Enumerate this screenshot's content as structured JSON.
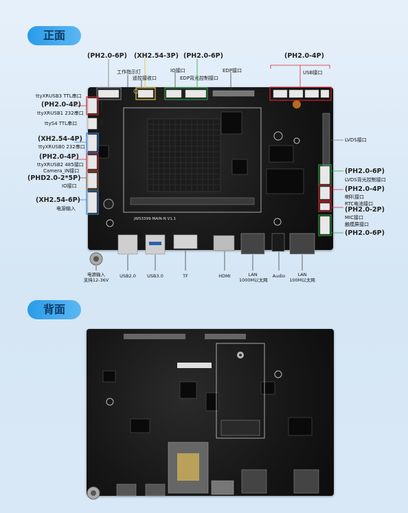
{
  "sections": {
    "front": "正面",
    "back": "背面"
  },
  "board_silkscreen": "JWS3399-MAIN-N V1.1",
  "top_callouts": [
    {
      "id": "t1",
      "text": "(PH2.0-6P)"
    },
    {
      "id": "t2",
      "text": "(XH2.54-3P)"
    },
    {
      "id": "t3",
      "text": "(PH2.0-6P)"
    },
    {
      "id": "t4",
      "text": "(PH2.0-4P)"
    }
  ],
  "top_labels": [
    {
      "id": "work",
      "text": "工作指示灯"
    },
    {
      "id": "remote",
      "text": "遥控接收口"
    },
    {
      "id": "io",
      "text": "IO接口"
    },
    {
      "id": "edpbl",
      "text": "EDP背光控制接口"
    },
    {
      "id": "edp",
      "text": "EDP接口"
    },
    {
      "id": "usb",
      "text": "USB接口"
    }
  ],
  "left_labels": [
    {
      "id": "l1",
      "text": "ttyXRUSB3 TTL串口",
      "big": false
    },
    {
      "id": "l2",
      "text": "(PH2.0-4P)",
      "big": true
    },
    {
      "id": "l3",
      "text": "ttyXRUSB1 232串口",
      "big": false
    },
    {
      "id": "l4",
      "text": "ttyS4 TTL串口",
      "big": false
    },
    {
      "id": "l5",
      "text": "(XH2.54-4P)",
      "big": true
    },
    {
      "id": "l6",
      "text": "ttyXRUSB0 232串口",
      "big": false
    },
    {
      "id": "l7",
      "text": "(PH2.0-4P)",
      "big": true
    },
    {
      "id": "l8",
      "text": "ttyXRUSB2 485接口",
      "big": false
    },
    {
      "id": "l9",
      "text": "Camera_IN接口",
      "big": false
    },
    {
      "id": "l10",
      "text": "(PHD2.0-2*5P)",
      "big": true
    },
    {
      "id": "l11",
      "text": "IO接口",
      "big": false
    },
    {
      "id": "l12",
      "text": "(XH2.54-6P)",
      "big": true
    },
    {
      "id": "l13",
      "text": "电源输入",
      "big": false
    }
  ],
  "right_labels": [
    {
      "id": "r1",
      "text": "LVDS接口",
      "big": false
    },
    {
      "id": "r2",
      "text": "(PH2.0-6P)",
      "big": true
    },
    {
      "id": "r3",
      "text": "LVDS背光控制接口",
      "big": false
    },
    {
      "id": "r4",
      "text": "(PH2.0-4P)",
      "big": true
    },
    {
      "id": "r5",
      "text": "喇叭接口",
      "big": false
    },
    {
      "id": "r6",
      "text": "RTC电池接口",
      "big": false
    },
    {
      "id": "r7",
      "text": "(PH2.0-2P)",
      "big": true
    },
    {
      "id": "r8",
      "text": "MIC接口",
      "big": false
    },
    {
      "id": "r9",
      "text": "触摸屏接口",
      "big": false
    },
    {
      "id": "r10",
      "text": "(PH2.0-6P)",
      "big": true
    }
  ],
  "bottom_labels": [
    {
      "id": "b1",
      "line1": "电源输入",
      "line2": "支持12-36V"
    },
    {
      "id": "b2",
      "line1": "USB2.0",
      "line2": ""
    },
    {
      "id": "b3",
      "line1": "USB3.0",
      "line2": ""
    },
    {
      "id": "b4",
      "line1": "TF",
      "line2": ""
    },
    {
      "id": "b5",
      "line1": "HDMI",
      "line2": ""
    },
    {
      "id": "b6",
      "line1": "LAN",
      "line2": "1000M以太网"
    },
    {
      "id": "b7",
      "line1": "Audio",
      "line2": ""
    },
    {
      "id": "b8",
      "line1": "LAN",
      "line2": "100M以太网"
    }
  ],
  "colors": {
    "red": "#d8232a",
    "blue": "#2f7ed8",
    "green": "#23a340",
    "yellow": "#e2c12b",
    "gray": "#7a7a7a",
    "brown": "#8a5a2b",
    "accent": "#2a9be8"
  },
  "icons": [
    "heatsink-icon",
    "connector-icon",
    "port-icon",
    "chip-icon"
  ]
}
